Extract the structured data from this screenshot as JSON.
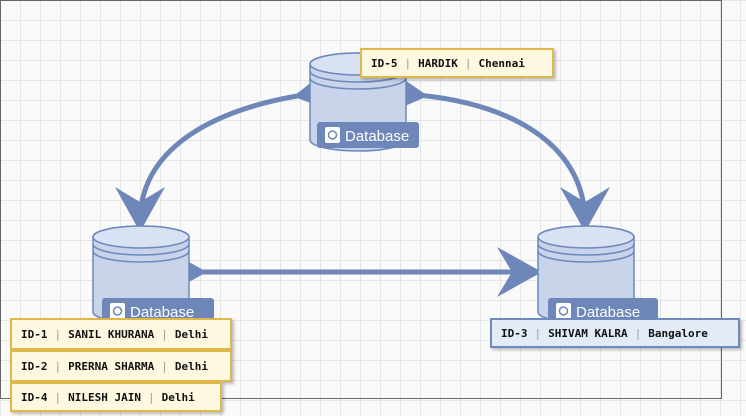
{
  "colors": {
    "cylinder_fill": "#c7d4ea",
    "cylinder_stroke": "#6d88bd",
    "label_fill": "#6f86b8",
    "arrow": "#6f86b8",
    "record_gold_border": "#e0b84a",
    "record_blue_border": "#6e8bbf"
  },
  "databases": [
    {
      "id": "db-top",
      "label": "Database",
      "icon": "database-icon"
    },
    {
      "id": "db-left",
      "label": "Database",
      "icon": "database-icon"
    },
    {
      "id": "db-right",
      "label": "Database",
      "icon": "database-icon"
    }
  ],
  "records": [
    {
      "id": "ID-5",
      "name": "HARDIK",
      "city": "Chennai",
      "style": "gold"
    },
    {
      "id": "ID-1",
      "name": "SANIL KHURANA",
      "city": "Delhi",
      "style": "gold"
    },
    {
      "id": "ID-2",
      "name": "PRERNA SHARMA",
      "city": "Delhi",
      "style": "gold"
    },
    {
      "id": "ID-4",
      "name": "NILESH JAIN",
      "city": "Delhi",
      "style": "gold"
    },
    {
      "id": "ID-3",
      "name": "SHIVAM KALRA",
      "city": "Bangalore",
      "style": "blue"
    }
  ],
  "connections": [
    {
      "from": "db-top",
      "to": "db-left",
      "bidirectional": true
    },
    {
      "from": "db-top",
      "to": "db-right",
      "bidirectional": true
    },
    {
      "from": "db-left",
      "to": "db-right",
      "bidirectional": true
    }
  ]
}
